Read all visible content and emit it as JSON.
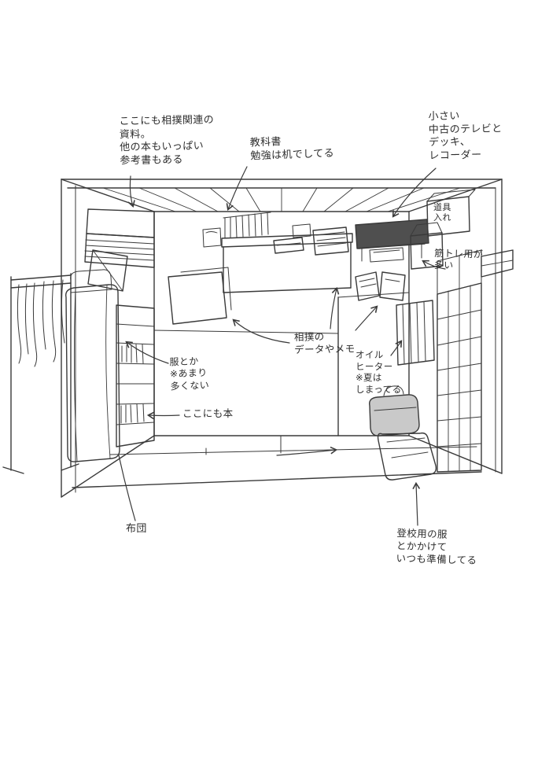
{
  "drawing": {
    "kind": "hand-drawn room layout sketch",
    "ink_color": "#3a3a3a",
    "background": "#ffffff"
  },
  "notes": {
    "shelf_books": "ここにも相撲関連の\n資料。\n他の本もいっぱい\n参考書もある",
    "textbook": "教科書\n勉強は机でしてる",
    "tv": "小さい\n中古のテレビと\nデッキ、\nレコーダー",
    "tool_box": "道具\n入れ",
    "training": "筋トレ用が\n多い",
    "sumo_data": "相撲の\nデータやメモ",
    "heater": "オイル\nヒーター\n※夏は\nしまってる",
    "clothes": "服とか\n※あまり\n多くない",
    "books_here": "ここにも本",
    "futon": "布団",
    "school_clothes": "登校用の服\nとかかけて\nいつも準備してる"
  }
}
